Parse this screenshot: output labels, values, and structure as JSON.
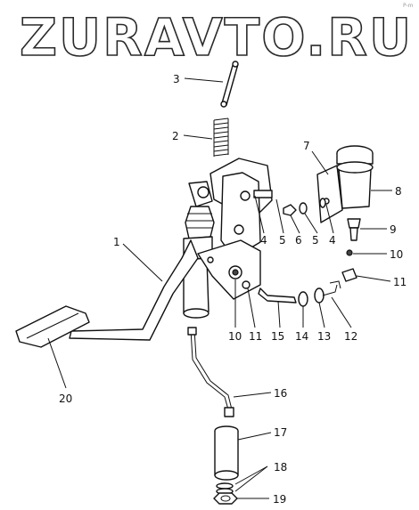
{
  "watermark": "ZURAVTO.RU",
  "corner_mark": "P-m",
  "callouts": [
    {
      "id": "c1",
      "label": "1"
    },
    {
      "id": "c2",
      "label": "2"
    },
    {
      "id": "c3",
      "label": "3"
    },
    {
      "id": "c4a",
      "label": "4"
    },
    {
      "id": "c5a",
      "label": "5"
    },
    {
      "id": "c6",
      "label": "6"
    },
    {
      "id": "c5b",
      "label": "5"
    },
    {
      "id": "c4b",
      "label": "4"
    },
    {
      "id": "c7",
      "label": "7"
    },
    {
      "id": "c8",
      "label": "8"
    },
    {
      "id": "c9",
      "label": "9"
    },
    {
      "id": "c10a",
      "label": "10"
    },
    {
      "id": "c11a",
      "label": "11"
    },
    {
      "id": "c10b",
      "label": "10"
    },
    {
      "id": "c11b",
      "label": "11"
    },
    {
      "id": "c15",
      "label": "15"
    },
    {
      "id": "c14",
      "label": "14"
    },
    {
      "id": "c13",
      "label": "13"
    },
    {
      "id": "c12",
      "label": "12"
    },
    {
      "id": "c16",
      "label": "16"
    },
    {
      "id": "c17",
      "label": "17"
    },
    {
      "id": "c18",
      "label": "18"
    },
    {
      "id": "c19",
      "label": "19"
    },
    {
      "id": "c20",
      "label": "20"
    }
  ]
}
